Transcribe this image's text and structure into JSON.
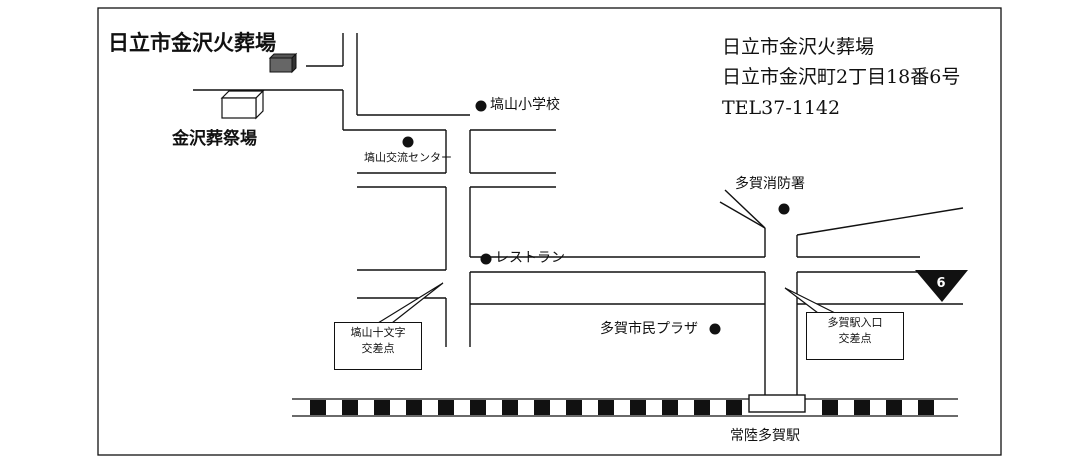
{
  "title": "日立市金沢火葬場",
  "address": {
    "name": "日立市金沢火葬場",
    "street": "日立市金沢町2丁目18番6号",
    "tel": "TEL37-1142"
  },
  "landmarks": {
    "kanazawa_hall": "金沢葬祭場",
    "elementary_school": "塙山小学校",
    "community_center": "塙山交流センター",
    "restaurant": "レストラン",
    "fire_station": "多賀消防署",
    "civic_plaza": "多賀市民プラザ",
    "station": "常陸多賀駅"
  },
  "intersections": {
    "hanayama_juji": [
      "塙山十文字",
      "交差点"
    ],
    "taga_eki_iriguchi": [
      "多賀駅入口",
      "交差点"
    ]
  },
  "route_number": "6",
  "colors": {
    "ink": "#111111",
    "paper": "#ffffff",
    "rail": "#111111"
  }
}
